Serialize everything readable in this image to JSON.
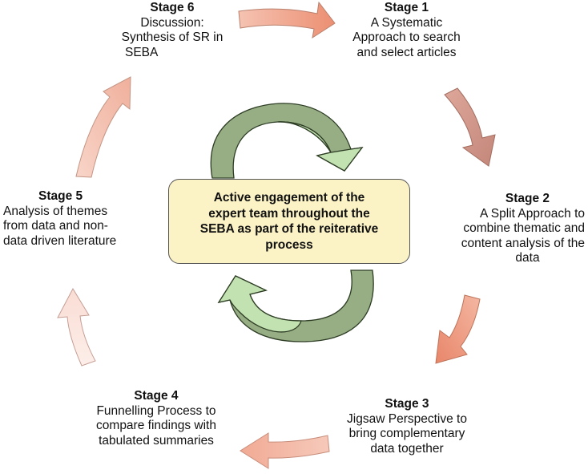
{
  "colors": {
    "stage_arrow_6_1": "#f0a48a",
    "stage_arrow_1_2": "#cc8f7e",
    "stage_arrow_2_3": "#ec9478",
    "stage_arrow_3_4": "#f3b7a5",
    "stage_arrow_4_5": "#fbe4de",
    "stage_arrow_5_6": "#f3c3b3",
    "cycle_arrow_dark": "#97ae85",
    "cycle_arrow_light": "#c3e2b2",
    "center_fill": "#fbf3c6"
  },
  "stages": {
    "stage1": {
      "title": "Stage 1",
      "lines": [
        "A Systematic",
        "Approach to search",
        "and select articles"
      ]
    },
    "stage2": {
      "title": "Stage 2",
      "lines": [
        "A Split Approach to",
        "combine thematic and",
        "content analysis of the",
        "data"
      ]
    },
    "stage3": {
      "title": "Stage 3",
      "lines": [
        "Jigsaw Perspective to",
        "bring complementary",
        "data together"
      ]
    },
    "stage4": {
      "title": "Stage 4",
      "lines": [
        "Funnelling Process to",
        "compare findings with",
        "tabulated summaries"
      ]
    },
    "stage5": {
      "title": "Stage 5",
      "lines": [
        "Analysis of themes",
        "from data and non-",
        "data driven literature"
      ]
    },
    "stage6": {
      "title": "Stage 6",
      "lines": [
        "Discussion:",
        "Synthesis of SR in",
        "SEBA"
      ]
    }
  },
  "center": {
    "lines": [
      "Active engagement of the",
      "expert team throughout the",
      "SEBA as part of the reiterative",
      "process"
    ]
  }
}
